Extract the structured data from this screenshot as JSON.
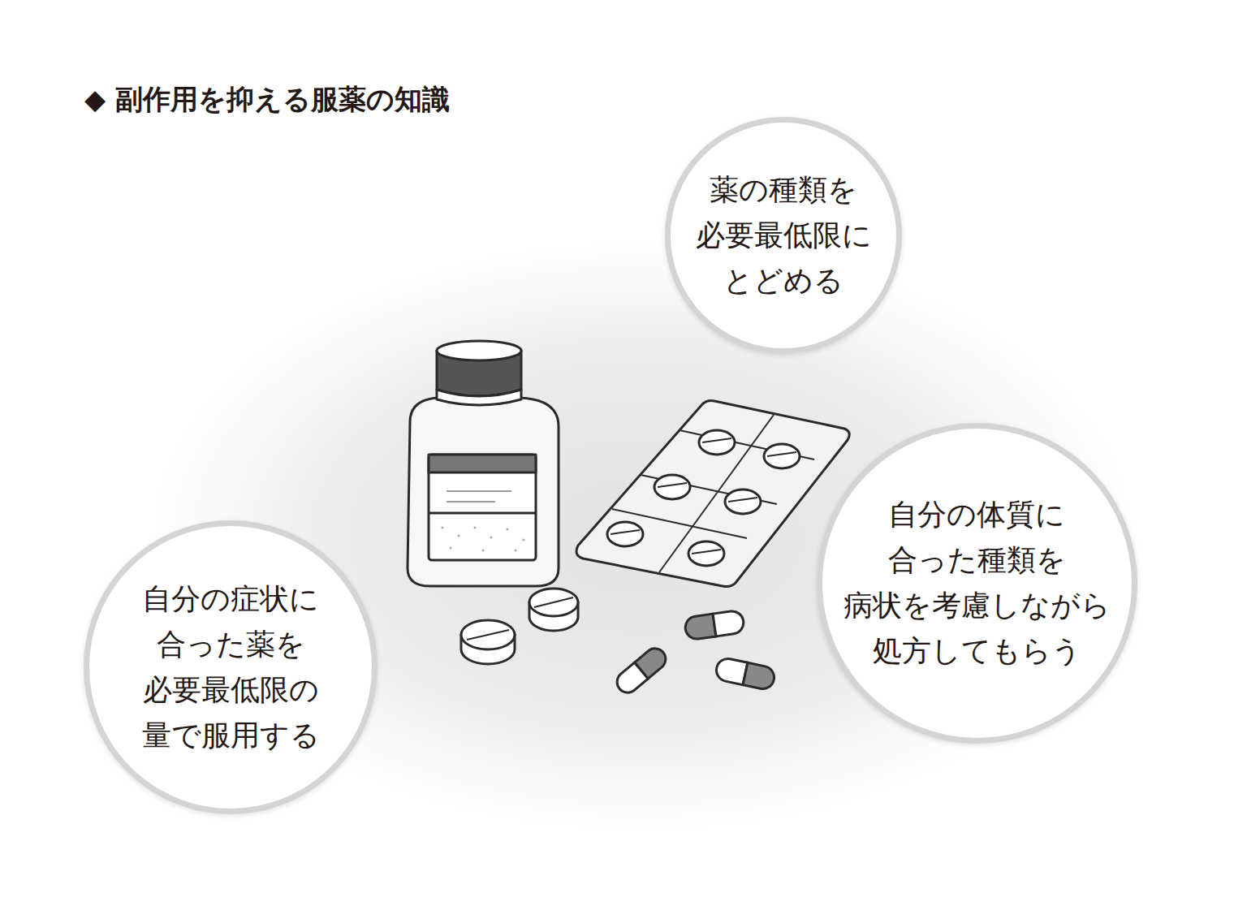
{
  "diagram": {
    "title": "◆ 副作用を抑える服薬の知識",
    "nodes": [
      {
        "text": [
          "薬の種類を 必要最低限に とどめる"
        ]
      },
      {
        "text": [
          "自分の体質に 合った種類を 病状を考慮しながら 処方してもらう"
        ]
      },
      {
        "text": [
          "自分の症状に 合った薬を 必要最低限の 量で服用する"
        ]
      }
    ]
  }
}
